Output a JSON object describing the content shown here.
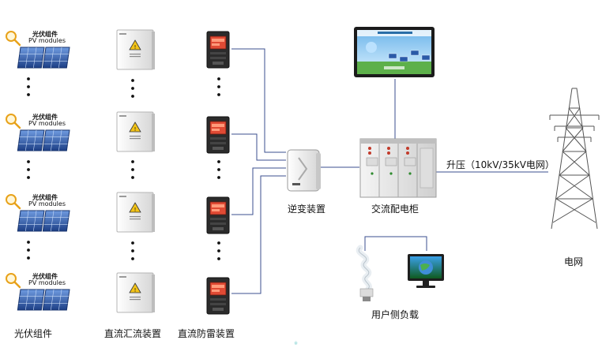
{
  "pv_group": {
    "title": "光伏组件",
    "subtitle": "PV modules",
    "count": 4
  },
  "columns": {
    "pv_label": "光伏组件",
    "combiner_label": "直流汇流装置",
    "spd_label": "直流防雷装置"
  },
  "inverter_label": "逆变装置",
  "ac_cabinet_label": "交流配电柜",
  "step_up_label": "升压（10kV/35kV电网）",
  "grid_label": "电网",
  "load_label": "用户侧负载",
  "colors": {
    "line": "#3b4f8f",
    "panel": "#3a6fc4",
    "panel_dark": "#1d3f86",
    "magnifier": "#e8a21a",
    "cabinet": "#e9e9e9",
    "spd_body": "#2a2a2a",
    "spd_display": "#d23b2b"
  }
}
